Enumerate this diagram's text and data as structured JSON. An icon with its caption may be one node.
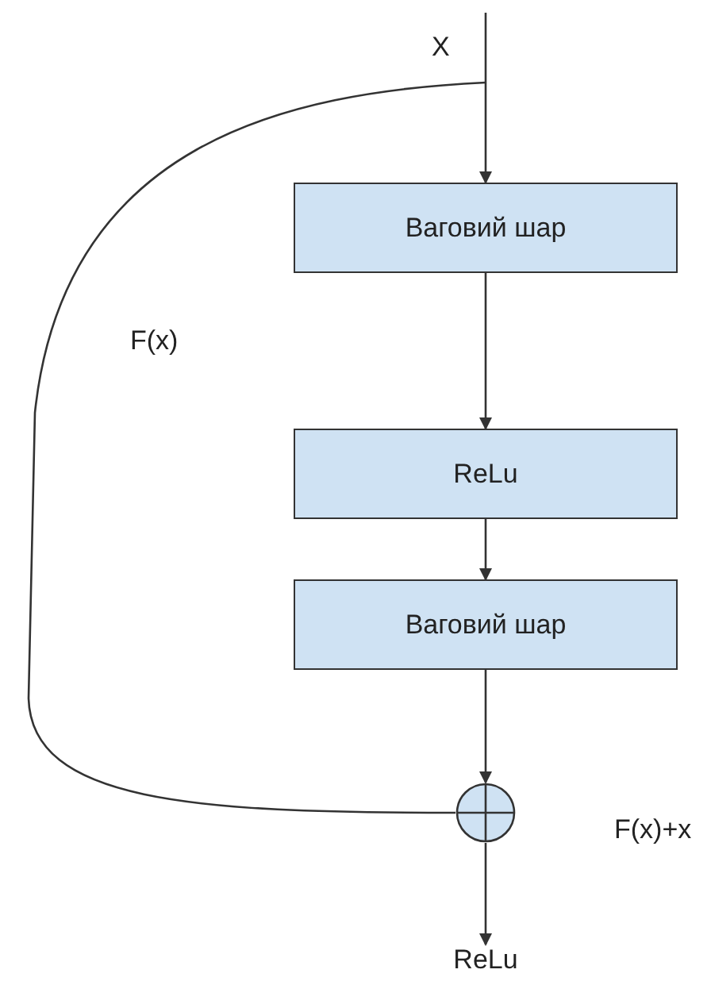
{
  "diagram": {
    "nodes": [
      {
        "text": [
          "X"
        ]
      },
      {
        "text": [
          "Ваговий шар"
        ]
      },
      {
        "text": [
          "ReLu"
        ]
      },
      {
        "text": [
          "Ваговий шар"
        ]
      },
      {
        "text": [],
        "shape": "circle",
        "beside": [
          "F(x)+x"
        ]
      },
      {
        "text": [
          "ReLu"
        ]
      }
    ],
    "edges": [
      {
        "from": 0,
        "to": 1,
        "arrow": "to"
      },
      {
        "from": 1,
        "to": 2,
        "arrow": "to"
      },
      {
        "from": 2,
        "to": 3,
        "arrow": "to"
      },
      {
        "from": 3,
        "to": 4,
        "arrow": "to"
      },
      {
        "from": 0,
        "to": 4,
        "arrow": "none",
        "label": "F(x)"
      },
      {
        "from": 4,
        "to": 5,
        "arrow": "to"
      }
    ]
  }
}
